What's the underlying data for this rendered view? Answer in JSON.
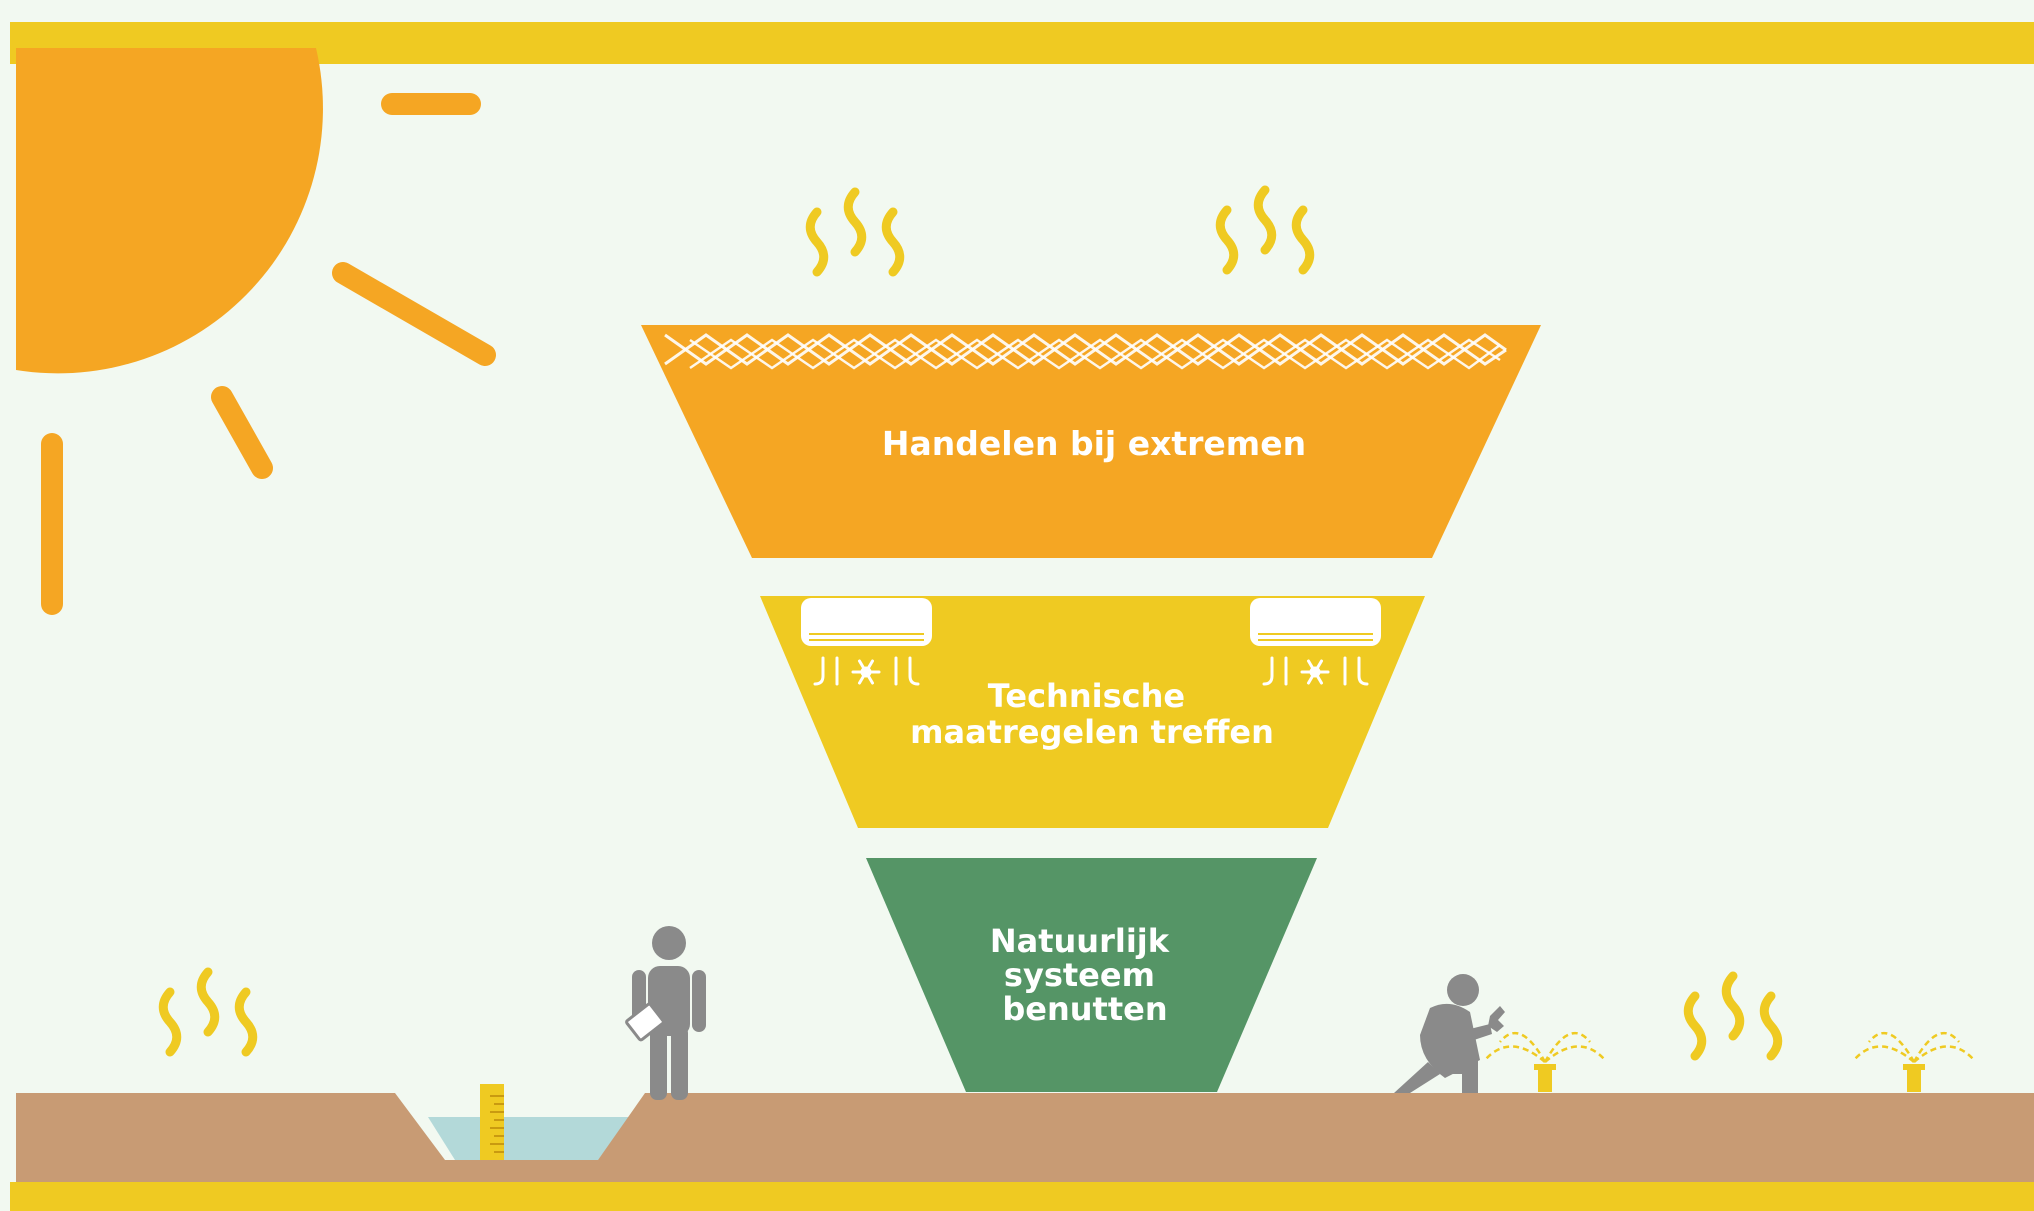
{
  "funnel": {
    "tiers": [
      {
        "lines": [
          "Handelen bij extremen"
        ],
        "color": "#f5a623"
      },
      {
        "lines": [
          "Technische",
          "maatregelen treffen"
        ],
        "color": "#efca22"
      },
      {
        "lines": [
          "Natuurlijk",
          "systeem",
          "benutten"
        ],
        "color": "#559566"
      }
    ]
  },
  "colors": {
    "background": "#f2f9f1",
    "frame_yellow": "#efca22",
    "sun": "#f5a623",
    "ground": "#c89b74",
    "water": "#b3d9d9",
    "figure_gray": "#8a8a8a",
    "heat_wave": "#efca22"
  },
  "icons": [
    "sun-icon",
    "heat-wave-icon",
    "air-conditioner-icon",
    "snowflake-icon",
    "person-with-clipboard-icon",
    "kneeling-worker-icon",
    "sprinkler-icon",
    "water-gauge-icon",
    "ditch-icon"
  ]
}
